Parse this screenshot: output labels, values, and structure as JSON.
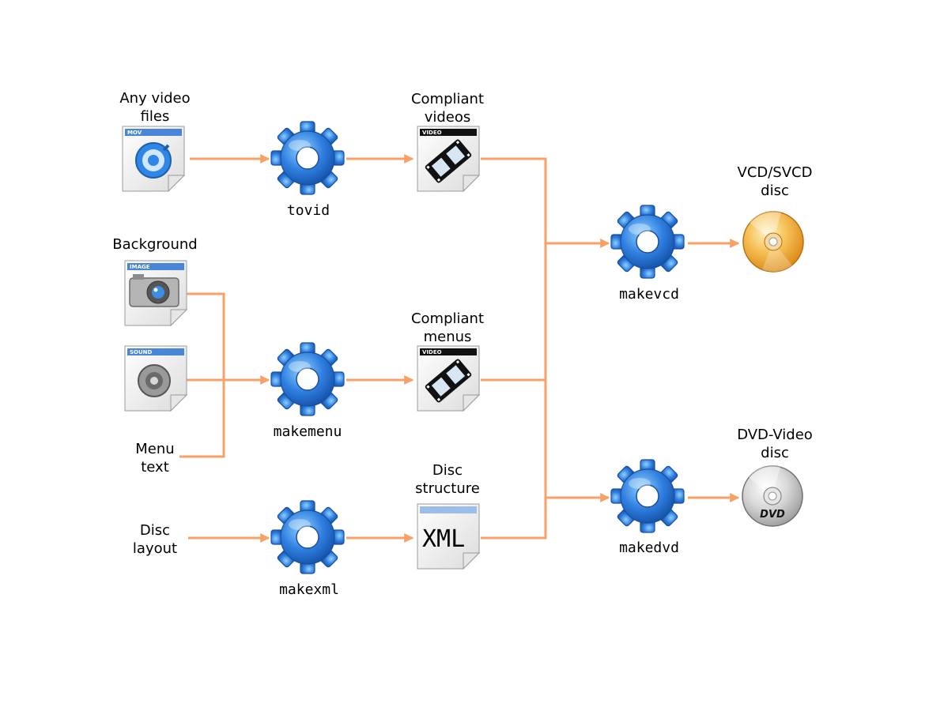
{
  "diagram": {
    "inputs": {
      "video_files": [
        "Any video",
        "files"
      ],
      "background": "Background",
      "menu_text": [
        "Menu",
        "text"
      ],
      "disc_layout": [
        "Disc",
        "layout"
      ]
    },
    "tools": {
      "tovid": "tovid",
      "makemenu": "makemenu",
      "makexml": "makexml",
      "makevcd": "makevcd",
      "makedvd": "makedvd"
    },
    "outputs": {
      "compliant_videos": [
        "Compliant",
        "videos"
      ],
      "compliant_menus": [
        "Compliant",
        "menus"
      ],
      "disc_structure": [
        "Disc",
        "structure"
      ],
      "vcd_disc": [
        "VCD/SVCD",
        "disc"
      ],
      "dvd_disc": [
        "DVD-Video",
        "disc"
      ]
    },
    "file_tags": {
      "mov": "MOV",
      "image": "IMAGE",
      "sound": "SOUND",
      "video": "VIDEO"
    },
    "xml_text": "XML",
    "dvd_logo_text": "DVD",
    "colors": {
      "arrow": "#f9a066",
      "gear": "#2f7fe0",
      "doc_header": "#4a86d8",
      "video_header": "#111111"
    }
  }
}
